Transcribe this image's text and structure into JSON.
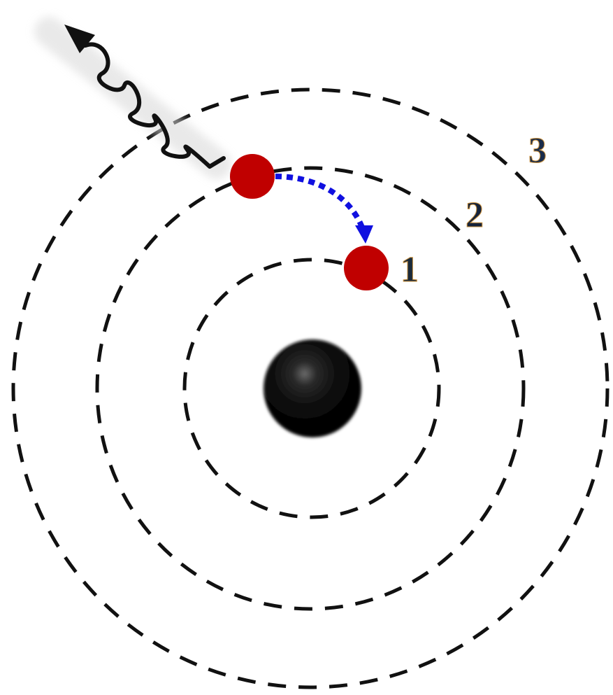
{
  "diagram": {
    "levels": [
      {
        "number": "1"
      },
      {
        "number": "2"
      },
      {
        "number": "3"
      }
    ],
    "colors": {
      "orbit": "#111111",
      "nucleus": "#0a0a0a",
      "electron": "#c00000",
      "transition": "#1010e0",
      "photon": "#111111",
      "label_1": "#1b2a3a",
      "label_2": "#16233a",
      "label_3": "#1a2c4a"
    },
    "icons": {
      "photon": "wavy-arrow-icon",
      "transition": "dotted-arrow-icon"
    }
  }
}
